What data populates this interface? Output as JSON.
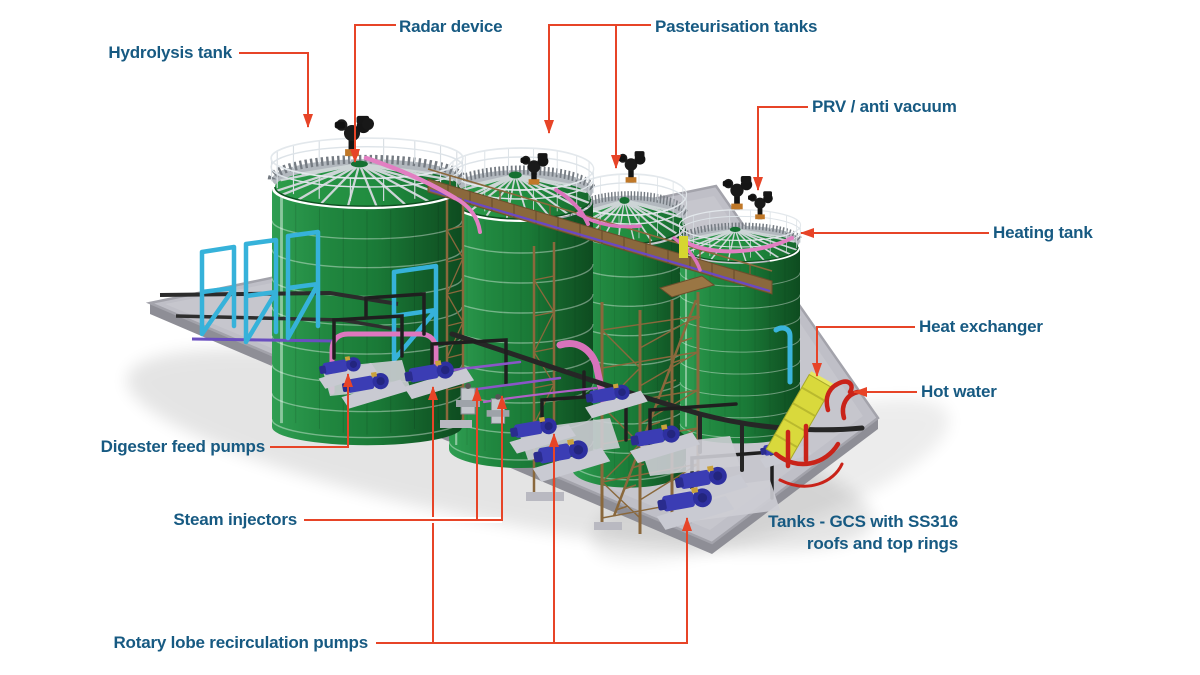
{
  "figure": {
    "description": "3D rendering of a four-tank hydrolysis / pasteurisation skid on a grey base plate with annotated red leader arrows",
    "callouts": [
      {
        "id": "hydrolysis-tank",
        "text": "Hydrolysis tank"
      },
      {
        "id": "radar-device",
        "text": "Radar device"
      },
      {
        "id": "pasteurisation-tanks",
        "text": "Pasteurisation tanks"
      },
      {
        "id": "prv-anti-vacuum",
        "text": "PRV / anti vacuum"
      },
      {
        "id": "heating-tank",
        "text": "Heating tank"
      },
      {
        "id": "heat-exchanger",
        "text": "Heat exchanger"
      },
      {
        "id": "hot-water",
        "text": "Hot water"
      },
      {
        "id": "digester-feed-pumps",
        "text": "Digester feed pumps"
      },
      {
        "id": "steam-injectors",
        "text": "Steam injectors"
      },
      {
        "id": "rotary-lobe-pumps",
        "text": "Rotary lobe recirculation pumps"
      }
    ],
    "note": {
      "line1": "Tanks - GCS with SS316",
      "line2": "roofs and top rings"
    },
    "colors": {
      "label_text": "#175a82",
      "leader_line": "#e74427",
      "tank_green": "#1f8a3d",
      "roof_green": "#27963f",
      "platform_grey": "#bfbfc7",
      "walkway_brown": "#8a683c",
      "pump_blue": "#3538ac",
      "pipe_pink": "#e07cc4",
      "pipe_cyan": "#38b6de",
      "heat_exchanger_yellow": "#d8d838",
      "hot_water_red": "#cc241c"
    }
  }
}
